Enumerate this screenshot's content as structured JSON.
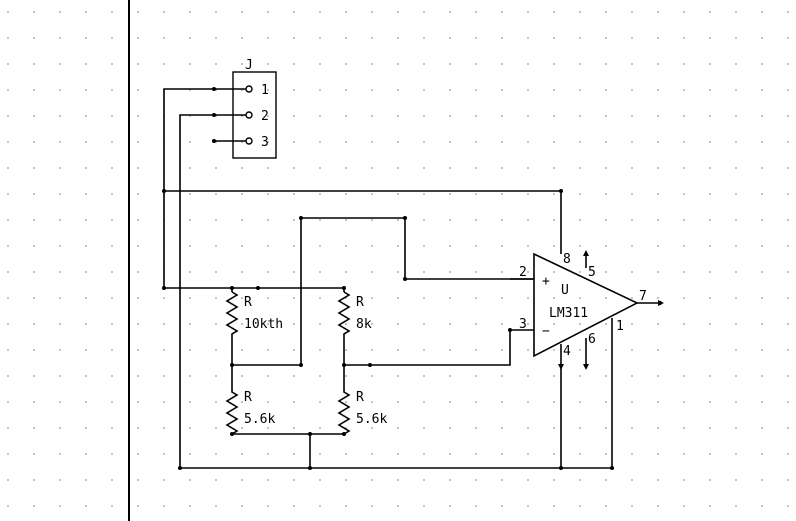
{
  "colors": {
    "background": "#ffffff",
    "wire": "#000000",
    "grid": "#9a9a9a"
  },
  "connector": {
    "ref": "J",
    "pins": [
      "1",
      "2",
      "3"
    ]
  },
  "resistors": [
    {
      "ref": "R",
      "value": "10kth"
    },
    {
      "ref": "R",
      "value": "8k"
    },
    {
      "ref": "R",
      "value": "5.6k"
    },
    {
      "ref": "R",
      "value": "5.6k"
    }
  ],
  "opamp": {
    "ref": "U",
    "part": "LM311",
    "plus_sign": "+",
    "minus_sign": "−",
    "pins": {
      "noninv": "2",
      "inv": "3",
      "vcc": "8",
      "bal_strobe_top": "5",
      "output": "7",
      "gnd": "4",
      "bal_bottom": "6",
      "emitter": "1"
    }
  }
}
